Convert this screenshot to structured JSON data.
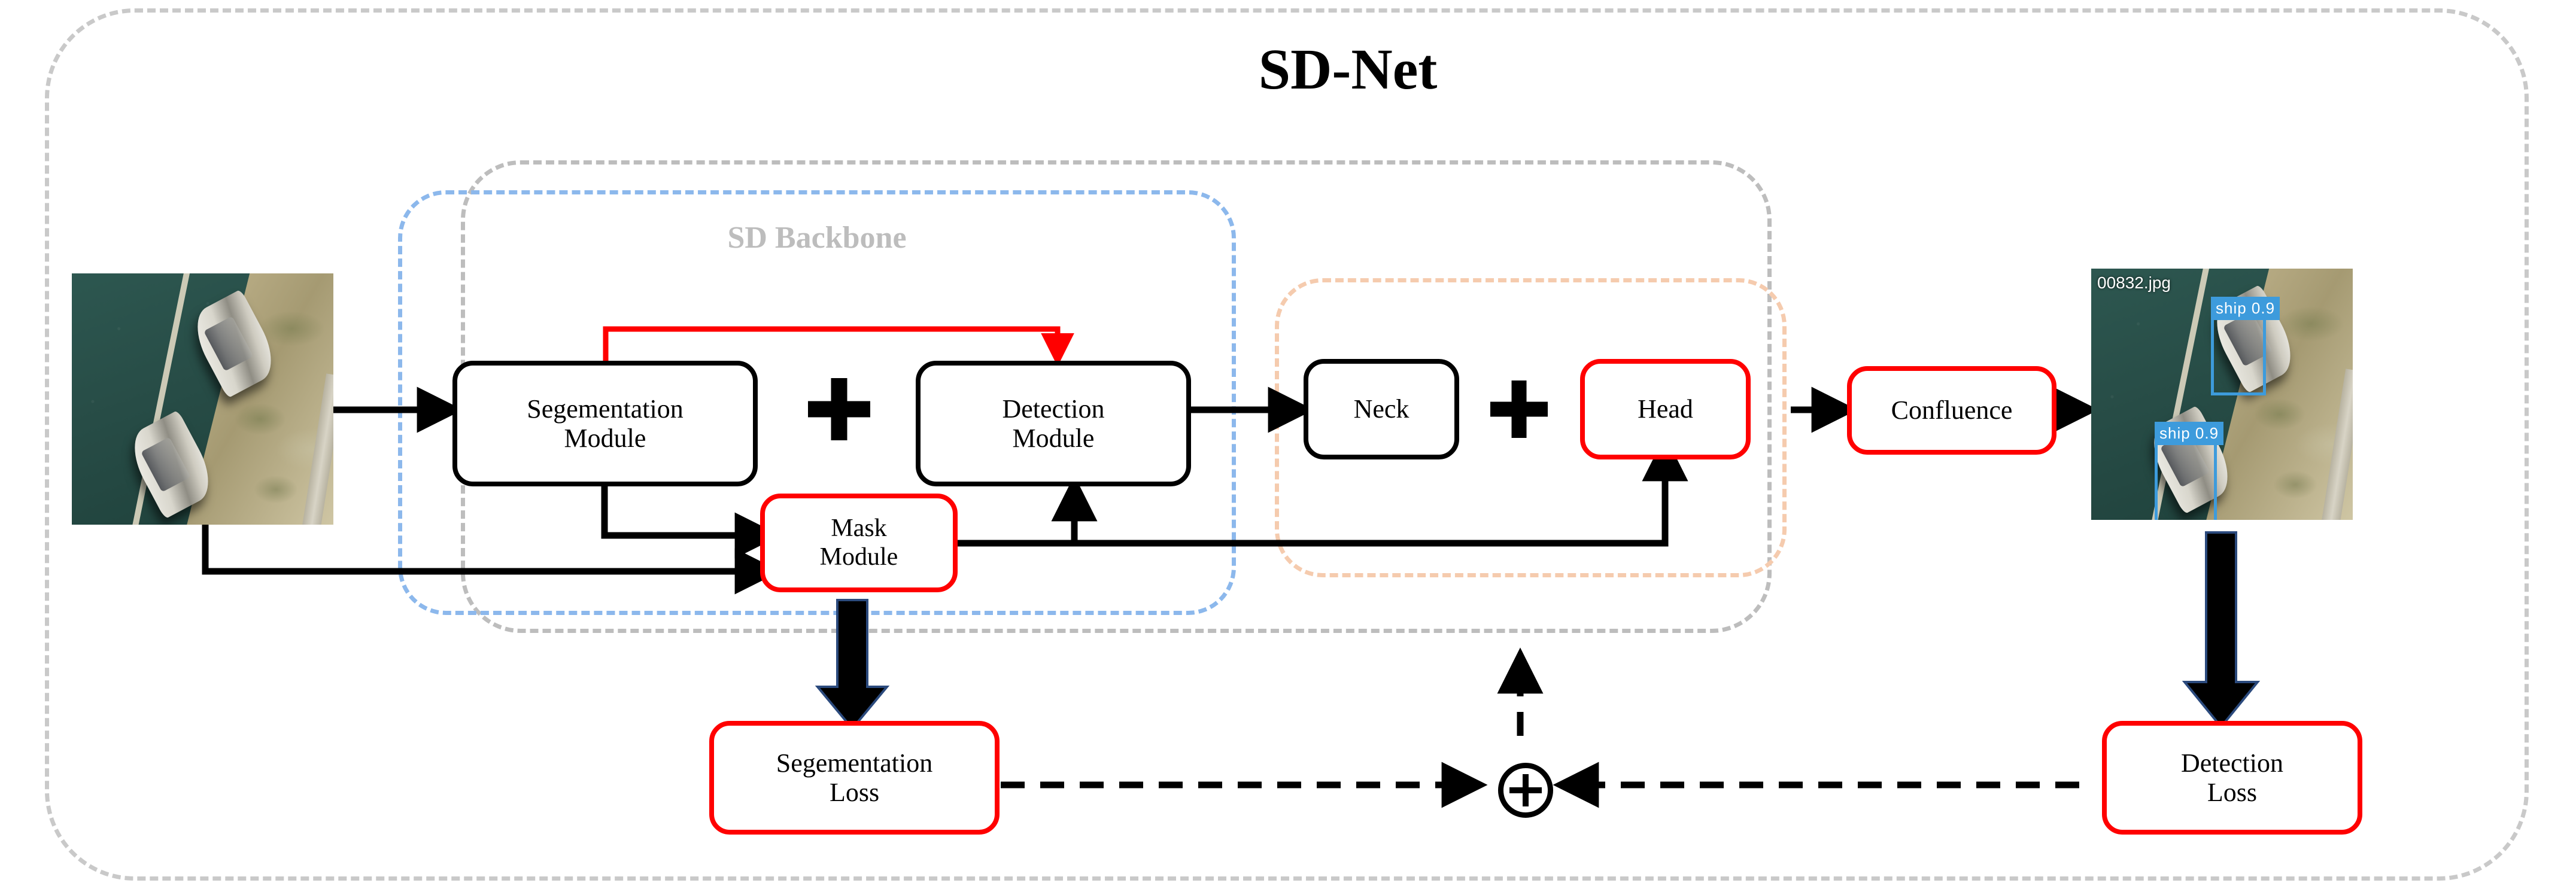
{
  "diagram": {
    "title": "SD-Net",
    "backbone_label": "SD Backbone",
    "colors": {
      "accent_red": "#ff0000",
      "backbone_blue": "#8cb8ec",
      "neckhead_peach": "#f5cbae",
      "frame_gray": "#c9c9c9",
      "detection_blue": "#3d9bdc"
    },
    "nodes": [
      {
        "id": "segmentation-module",
        "label_line1": "Segementation",
        "label_line2": "Module",
        "border": "black"
      },
      {
        "id": "detection-module",
        "label_line1": "Detection",
        "label_line2": "Module",
        "border": "black"
      },
      {
        "id": "mask-module",
        "label_line1": "Mask",
        "label_line2": "Module",
        "border": "red"
      },
      {
        "id": "neck",
        "label_line1": "Neck",
        "label_line2": "",
        "border": "black"
      },
      {
        "id": "head",
        "label_line1": "Head",
        "label_line2": "",
        "border": "red"
      },
      {
        "id": "confluence",
        "label_line1": "Confluence",
        "label_line2": "",
        "border": "red"
      },
      {
        "id": "segmentation-loss",
        "label_line1": "Segementation",
        "label_line2": "Loss",
        "border": "red"
      },
      {
        "id": "detection-loss",
        "label_line1": "Detection",
        "label_line2": "Loss",
        "border": "red"
      }
    ],
    "operators": [
      {
        "id": "plus-backbone",
        "glyph": "+"
      },
      {
        "id": "plus-neckhead",
        "glyph": "+"
      },
      {
        "id": "sum-node",
        "glyph": "+"
      }
    ],
    "input_image": {
      "name": "input-satellite-image",
      "description": "aerial image of two ships moored at a shoreline"
    },
    "output_image": {
      "name": "output-detection-image",
      "filename": "00832.jpg",
      "detections": [
        {
          "label": "ship  0.9"
        },
        {
          "label": "ship  0.9"
        }
      ]
    }
  }
}
